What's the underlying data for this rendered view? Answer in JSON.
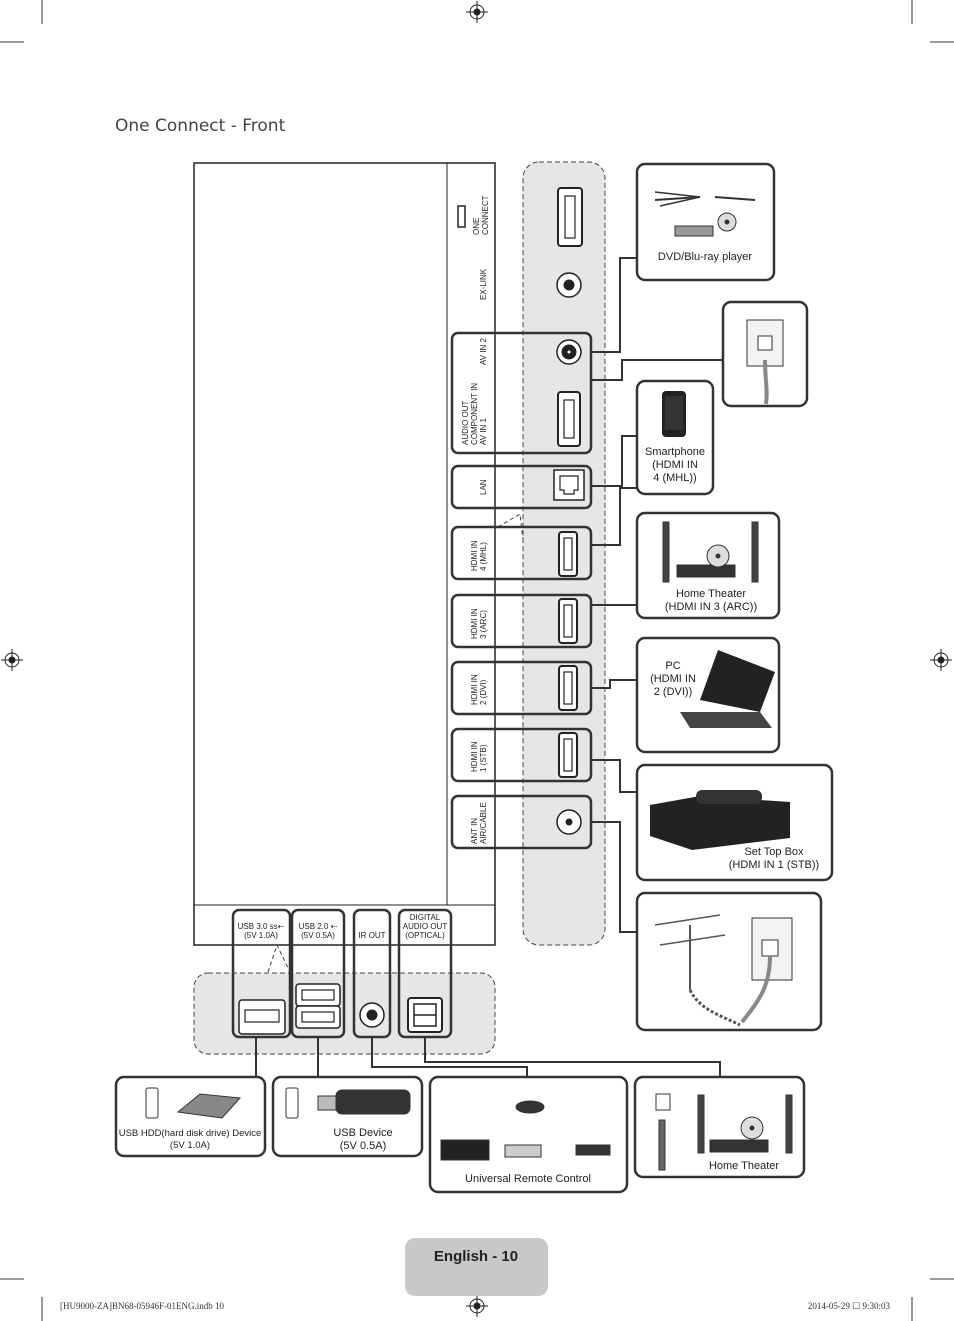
{
  "title": "One Connect - Front",
  "panel_labels": {
    "one_connect": [
      "ONE",
      "CONNECT"
    ],
    "ex_link": [
      "EX-LINK"
    ],
    "av_in_2": [
      "AV IN 2"
    ],
    "av_in_1": [
      "AUDIO OUT",
      "COMPONENT IN",
      "AV IN 1"
    ],
    "lan": [
      "LAN"
    ],
    "hdmi4": [
      "HDMI IN",
      "4 (MHL)"
    ],
    "hdmi3": [
      "HDMI IN",
      "3 (ARC)"
    ],
    "hdmi2": [
      "HDMI IN",
      "2 (DVI)"
    ],
    "hdmi1": [
      "HDMI IN",
      "1 (STB)"
    ],
    "ant": [
      "ANT IN",
      "AIR/CABLE"
    ]
  },
  "bottom_labels": {
    "usb3": [
      "USB 3.0 ss⇠",
      "(5V 1.0A)"
    ],
    "usb2": [
      "USB 2.0 ⇠",
      "(5V 0.5A)"
    ],
    "ir_out": [
      "IR OUT"
    ],
    "optical": [
      "DIGITAL",
      "AUDIO OUT",
      "(OPTICAL)"
    ]
  },
  "devices": {
    "dvd": [
      "DVD/Blu-ray player"
    ],
    "smartphone": [
      "Smartphone",
      "(HDMI IN",
      "4 (MHL))"
    ],
    "home_theater_arc": [
      "Home Theater",
      "(HDMI IN 3 (ARC))"
    ],
    "pc": [
      "PC",
      "(HDMI IN",
      "2 (DVI))"
    ],
    "stb": [
      "Set Top Box",
      "(HDMI IN 1 (STB))"
    ],
    "usb_hdd": [
      "USB HDD(hard disk drive) Device",
      "(5V 1.0A)"
    ],
    "usb_device": [
      "USB Device",
      "(5V 0.5A)"
    ],
    "remote": [
      "Universal Remote Control"
    ],
    "home_theater_opt": [
      "Home Theater"
    ]
  },
  "page_number": "English - 10",
  "footer_left": "[HU9000-ZA]BN68-05946F-01ENG.indb   10",
  "footer_right": "2014-05-29   ☐ 9:30:03"
}
